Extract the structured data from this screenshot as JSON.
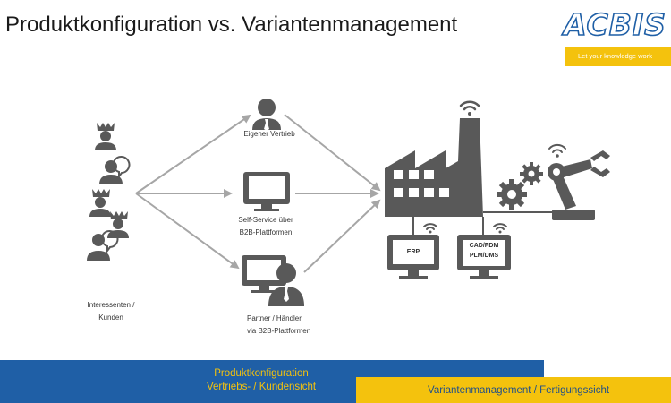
{
  "slide": {
    "title": "Produktkonfiguration vs. Variantenmanagement"
  },
  "logo": {
    "brand": "ACBIS",
    "tagline": "Let your knowledge work"
  },
  "nodes": {
    "customers": {
      "line1": "Interessenten /",
      "line2": "Kunden"
    },
    "own_sales": {
      "label": "Eigener Vertrieb"
    },
    "self_service": {
      "line1": "Self-Service über",
      "line2": "B2B-Plattformen"
    },
    "partner": {
      "line1": "Partner / Händler",
      "line2": "via B2B-Plattformen"
    },
    "erp": {
      "label": "ERP"
    },
    "cad": {
      "line1": "CAD/PDM",
      "line2": "PLM/DMS"
    }
  },
  "bands": {
    "left": {
      "line1": "Produktkonfiguration",
      "line2": "Vertriebs- / Kundensicht"
    },
    "right": {
      "label": "Variantenmanagement / Fertigungssicht"
    }
  },
  "colors": {
    "icon_gray": "#595959",
    "arrow_gray": "#a6a6a6",
    "brand_blue": "#1f5fa6",
    "brand_yellow": "#f4c20d"
  }
}
